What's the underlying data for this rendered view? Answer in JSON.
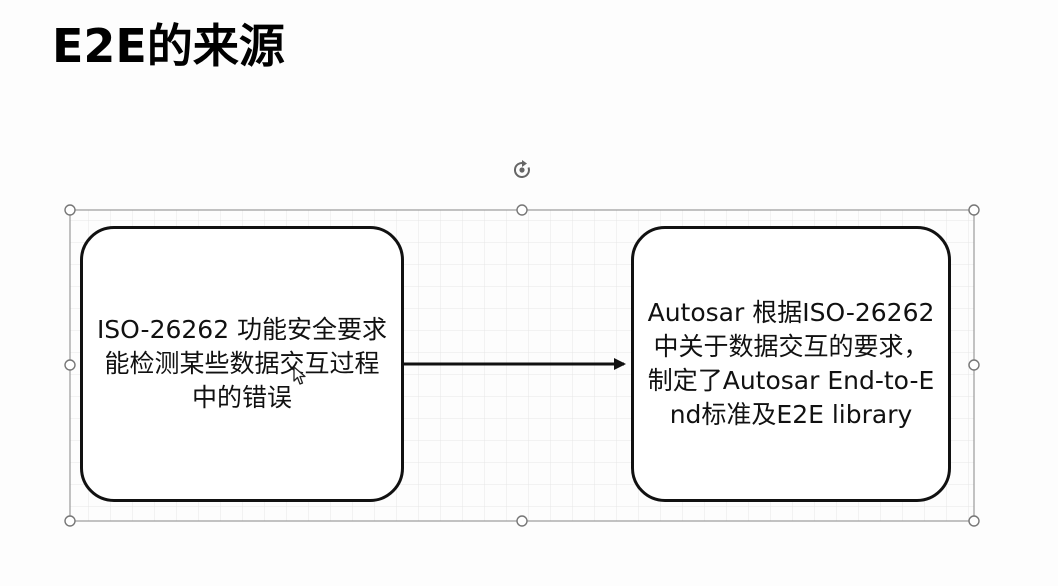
{
  "slide": {
    "title": "E2E的来源"
  },
  "diagram": {
    "nodes": [
      {
        "id": "iso-26262",
        "text": "ISO-26262 功能安全要求能检测某些数据交互过程中的错误"
      },
      {
        "id": "autosar",
        "text": "Autosar 根据ISO-26262中关于数据交互的要求，制定了Autosar End-to-End标准及E2E library"
      }
    ],
    "edges": [
      {
        "from": "iso-26262",
        "to": "autosar"
      }
    ],
    "selection_handles": true,
    "rotate_handle_icon": "rotate-icon",
    "grid_background": true
  },
  "colors": {
    "stroke": "#111111",
    "grid": "#e6e6e6",
    "selection": "#9a9a9a"
  }
}
